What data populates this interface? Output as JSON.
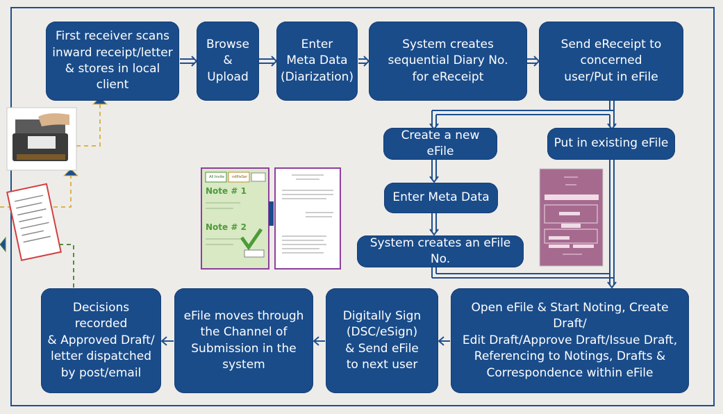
{
  "steps": {
    "scan": "First receiver scans\ninward receipt/letter\n& stores in local client",
    "browse": "Browse\n&\nUpload",
    "meta": "Enter\nMeta Data\n(Diarization)",
    "diary": "System creates\nsequential Diary No.\nfor eReceipt",
    "send": "Send eReceipt to\nconcerned\nuser/Put in eFile",
    "create_new": "Create a new eFile",
    "put_existing": "Put in existing eFile",
    "enter_meta2": "Enter Meta Data",
    "efile_no": "System creates an eFile No.",
    "noting": "Open eFile & Start Noting, Create Draft/\nEdit Draft/Approve Draft/Issue Draft,\nReferencing to Notings, Drafts &\nCorrespondence within eFile",
    "sign": "Digitally Sign\n(DSC/eSign)\n& Send eFile\nto next user",
    "channel": "eFile moves through\nthe Channel of\nSubmission in the\nsystem",
    "decision": "Decisions recorded\n& Approved Draft/\nletter dispatched\nby post/email"
  },
  "note_panel": {
    "tab1": "All Invite",
    "tab2": "ndfileSer",
    "note1": "Note # 1",
    "note2": "Note # 2"
  },
  "colors": {
    "box": "#1a4c8a",
    "arrow": "#1d4f8f",
    "dashed_yellow": "#d9b44a",
    "dashed_green": "#4e8f3a",
    "panel_purple": "#8e3f9e",
    "form_pink": "#a66a8f"
  }
}
